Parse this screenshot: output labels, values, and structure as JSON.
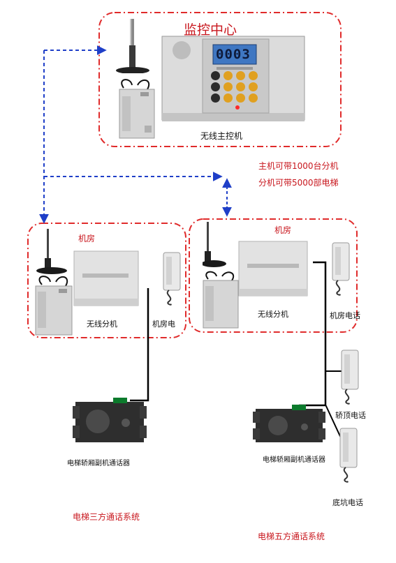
{
  "monitor_center": {
    "title": "监控中心",
    "host_label": "无线主控机",
    "lcd": "0003"
  },
  "notes": {
    "line1": "主机可带1000台分机",
    "line2": "分机可带5000部电梯"
  },
  "left_room": {
    "title": "机房",
    "slave_label": "无线分机",
    "phone_label": "机房电",
    "intercom_label": "电梯轿厢副机通话器",
    "system_label": "电梯三方通话系统"
  },
  "right_room": {
    "title": "机房",
    "slave_label": "无线分机",
    "phone_label": "机房电话",
    "car_top_label": "轿顶电话",
    "intercom_label": "电梯轿厢副机通话器",
    "pit_label": "底坑电话",
    "system_label": "电梯五方通话系统"
  },
  "colors": {
    "dashed_box": "#e02b2b",
    "arrow": "#1f3fc8",
    "wire": "#000000",
    "title_red": "#c8161d"
  },
  "icons": [
    "antenna-icon",
    "power-supply-icon",
    "master-controller-icon",
    "slave-unit-icon",
    "phone-icon",
    "intercom-icon"
  ]
}
